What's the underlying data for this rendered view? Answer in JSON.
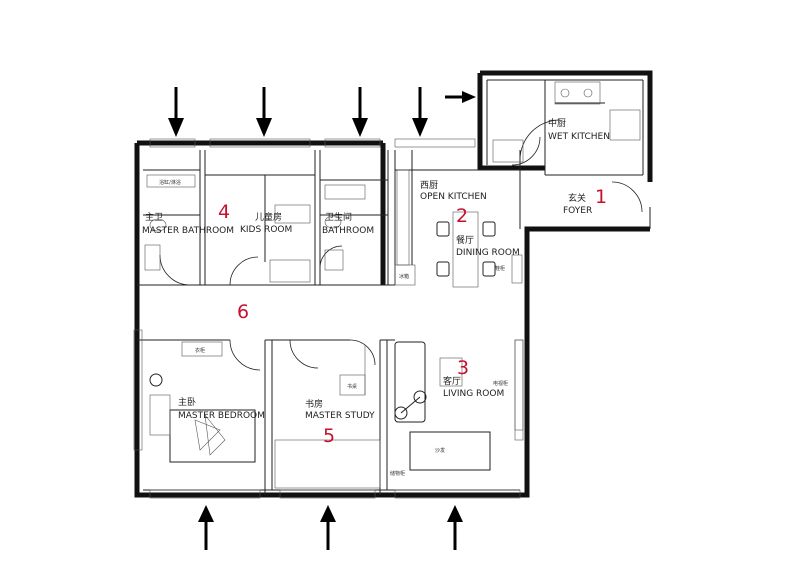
{
  "rooms": {
    "wet_kitchen": {
      "cn": "中厨",
      "en": "WET KITCHEN"
    },
    "open_kitchen": {
      "cn": "西厨",
      "en": "OPEN KITCHEN"
    },
    "foyer": {
      "cn": "玄关",
      "en": "FOYER"
    },
    "dining_room": {
      "cn": "餐厅",
      "en": "DINING ROOM"
    },
    "kids_room": {
      "cn": "儿童房",
      "en": "KIDS ROOM"
    },
    "master_bathroom": {
      "cn": "主卫",
      "en": "MASTER BATHROOM"
    },
    "bathroom": {
      "cn": "卫生间",
      "en": "BATHROOM"
    },
    "living_room": {
      "cn": "客厅",
      "en": "LIVING ROOM"
    },
    "master_bedroom": {
      "cn": "主卧",
      "en": "MASTER BEDROOM"
    },
    "master_study": {
      "cn": "书房",
      "en": "MASTER STUDY"
    }
  },
  "markers": {
    "foyer": "1",
    "dining": "2",
    "living": "3",
    "kids": "4",
    "study": "5",
    "corridor": "6"
  },
  "fixtures": {
    "fridge": "冰箱",
    "wardrobe": "衣柜",
    "shoe_cabinet": "鞋柜",
    "tv_cabinet": "电视柜",
    "storage": "储物柜",
    "desk": "书桌",
    "sofa": "沙发"
  },
  "colors": {
    "marker": "#c8102e",
    "wall": "#111111",
    "line": "#222222"
  },
  "icons": [
    "arrow-down-icon",
    "arrow-up-icon",
    "arrow-right-icon"
  ]
}
